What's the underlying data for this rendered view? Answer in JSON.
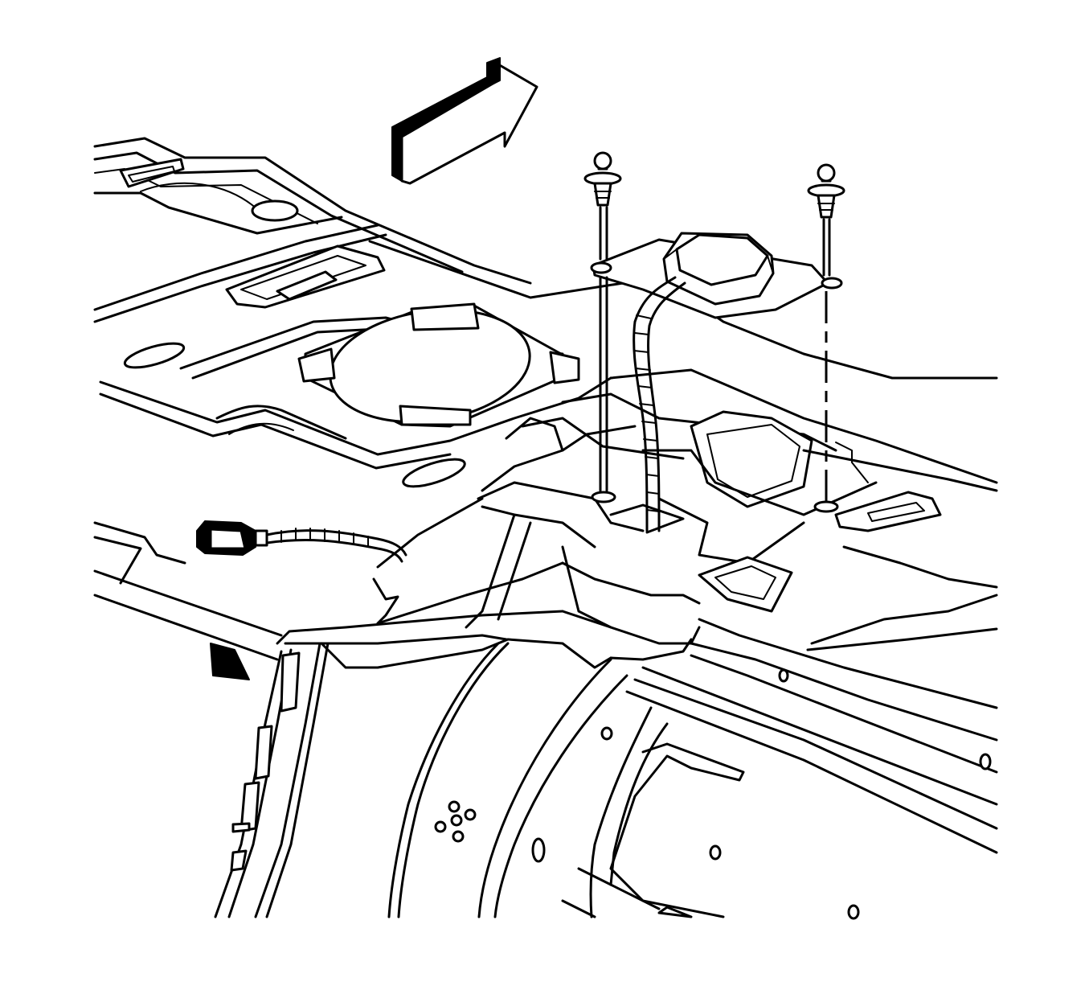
{
  "figure": {
    "kind": "line-art exploded view",
    "components": [
      "forward-direction-arrow",
      "headliner-roof-panel",
      "dome-light-opening",
      "roof-antenna-module",
      "antenna-cable",
      "push-pin-retainer-left",
      "push-pin-retainer-right",
      "harness-connector",
      "roof-bows-lower"
    ],
    "colors": {
      "line": "#000000",
      "background": "#ffffff"
    }
  }
}
